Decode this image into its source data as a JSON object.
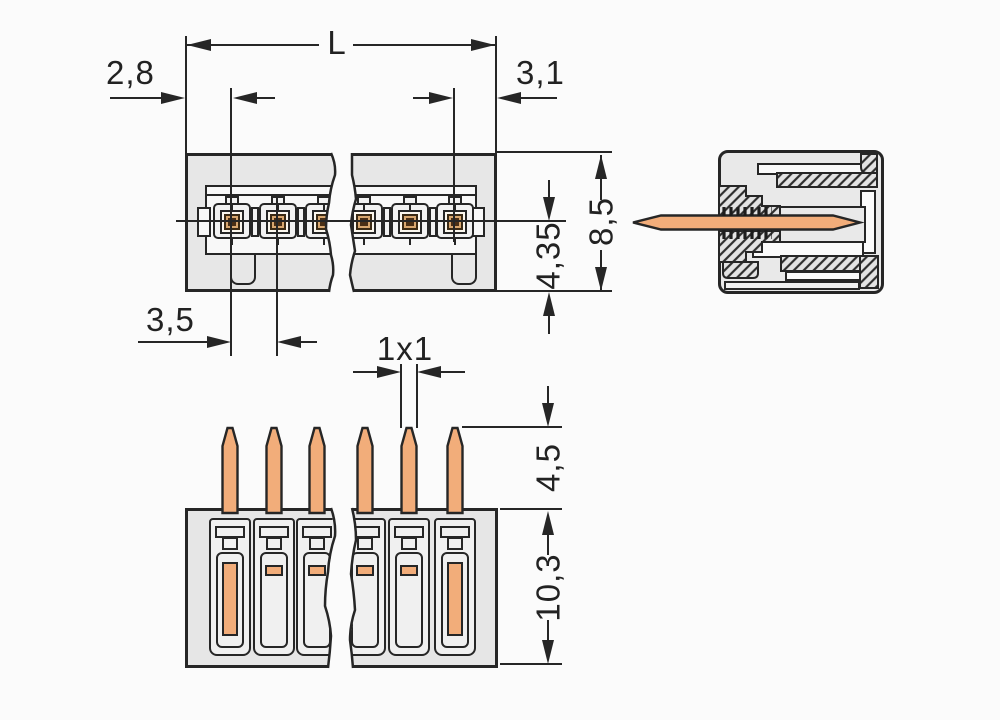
{
  "drawing": {
    "kind": "connector-dimensional-drawing",
    "dims": {
      "overall": "L",
      "left_offset": "2,8",
      "right_offset": "3,1",
      "pitch": "3,5",
      "center_height": "4,35",
      "total_height": "8,5",
      "pin_section": "1x1",
      "pin_length": "4,5",
      "body_depth": "10,3"
    },
    "colors": {
      "line": "#262626",
      "body_gray": "#e7e7e7",
      "detail_white": "#f8f8f8",
      "copper": "#f2ad7a",
      "contact_tan": "#d8a76f",
      "contact_core": "#4a2f15"
    }
  }
}
